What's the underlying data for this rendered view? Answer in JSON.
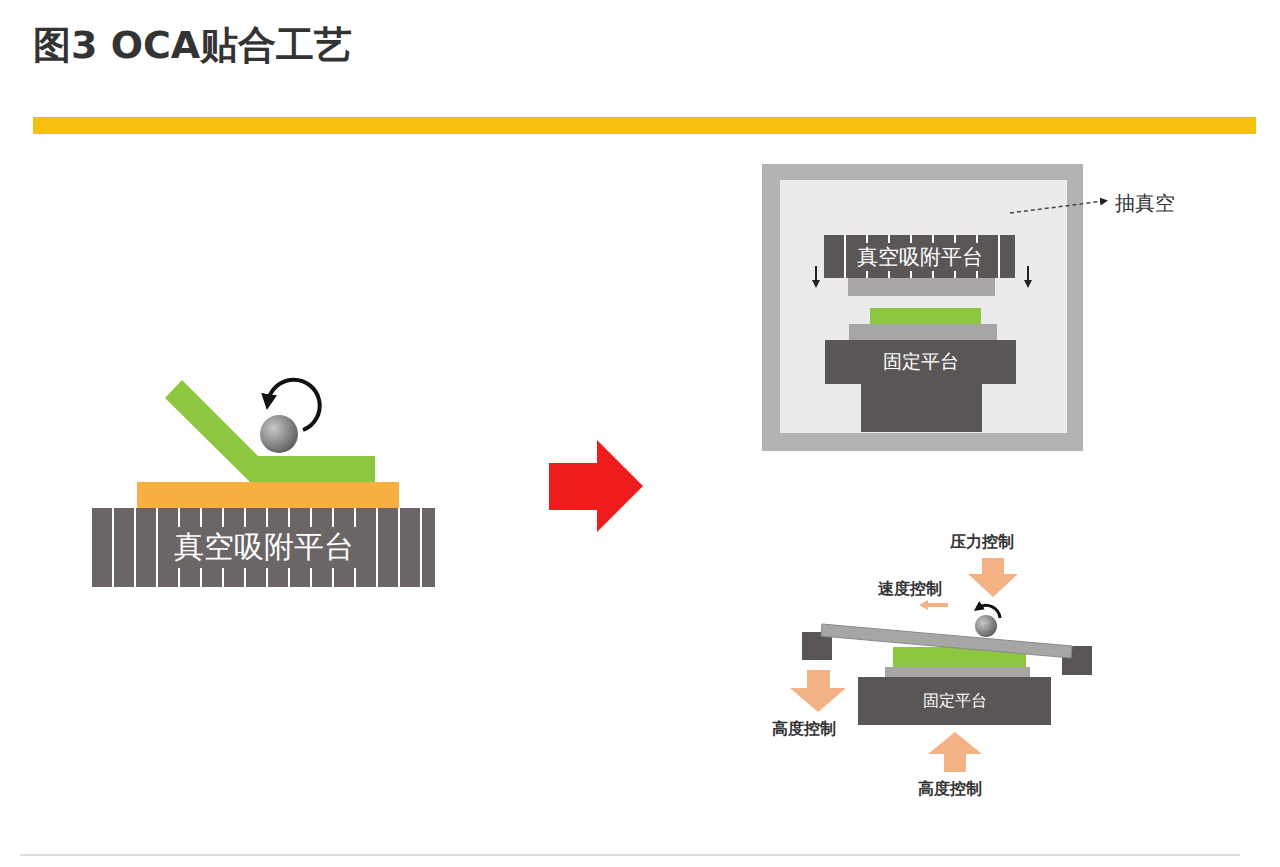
{
  "diagram": {
    "title": "图3 OCA贴合工艺",
    "nodes": [
      {
        "text": [
          "真空吸附平台"
        ]
      },
      {
        "text": [
          "真空吸附平台"
        ]
      },
      {
        "text": [
          "固定平台"
        ]
      },
      {
        "text": [
          "固定平台"
        ]
      }
    ],
    "labels": [
      "抽真空",
      "压力控制",
      "速度控制",
      "高度控制",
      "高度控制"
    ]
  }
}
